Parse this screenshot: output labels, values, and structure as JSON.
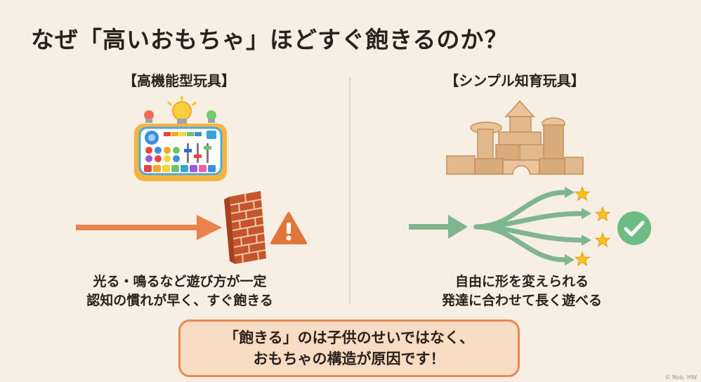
{
  "title": "なぜ「高いおもちゃ」ほどすぐ飽きるのか？",
  "left": {
    "heading": "【高機能型玩具】",
    "caption_line1": "光る・鳴るなど遊び方が一定",
    "caption_line2": "認知の慣れが早く、すぐ飽きる",
    "icons": [
      "electronic-toy-icon",
      "right-arrow-icon",
      "brick-wall-icon",
      "warning-icon"
    ]
  },
  "right": {
    "heading": "【シンプル知育玩具】",
    "caption_line1": "自由に形を変えられる",
    "caption_line2": "発達に合わせて長く遊べる",
    "icons": [
      "wooden-blocks-icon",
      "branching-arrows-icon",
      "star-icon",
      "check-icon"
    ]
  },
  "conclusion": {
    "line1": "「飽きる」のは子供のせいではなく、",
    "line2": "おもちゃの構造が原因です！"
  },
  "colors": {
    "background": "#f7efe3",
    "orange_arrow": "#e8834c",
    "green_arrow": "#7fb58f",
    "brick": "#c5552d",
    "warning": "#e1763a",
    "check": "#6ebc83",
    "star": "#f6c21c",
    "wood": "#e2b98c",
    "conclusion_fill": "#f8dcc3",
    "conclusion_border": "#e58a52"
  },
  "credit": "© Nob. HW"
}
